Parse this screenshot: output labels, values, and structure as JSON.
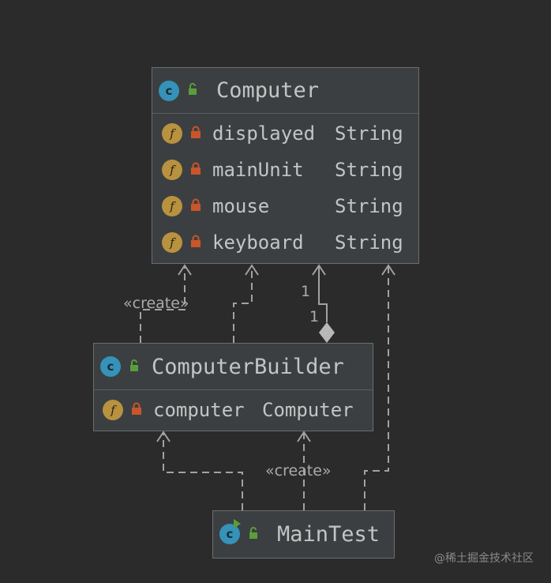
{
  "classes": {
    "computer": {
      "name": "Computer",
      "fields": [
        {
          "name": "displayed",
          "type": "String"
        },
        {
          "name": "mainUnit",
          "type": "String"
        },
        {
          "name": "mouse",
          "type": "String"
        },
        {
          "name": "keyboard",
          "type": "String"
        }
      ]
    },
    "computer_builder": {
      "name": "ComputerBuilder",
      "fields": [
        {
          "name": "computer",
          "type": "Computer"
        }
      ]
    },
    "main_test": {
      "name": "MainTest"
    }
  },
  "icons": {
    "class_icon_letter": "c",
    "field_icon_letter": "f",
    "class_color": "#3592b8",
    "field_color": "#b8923f",
    "public_lock_color": "#5a9e3a",
    "private_lock_color": "#c8562a"
  },
  "relations": {
    "builder_to_computer_label": "«create»",
    "main_to_builder_label": "«create»",
    "composition_multiplicity_top": "1",
    "composition_multiplicity_bottom": "1"
  },
  "watermark": "@稀土掘金技术社区"
}
